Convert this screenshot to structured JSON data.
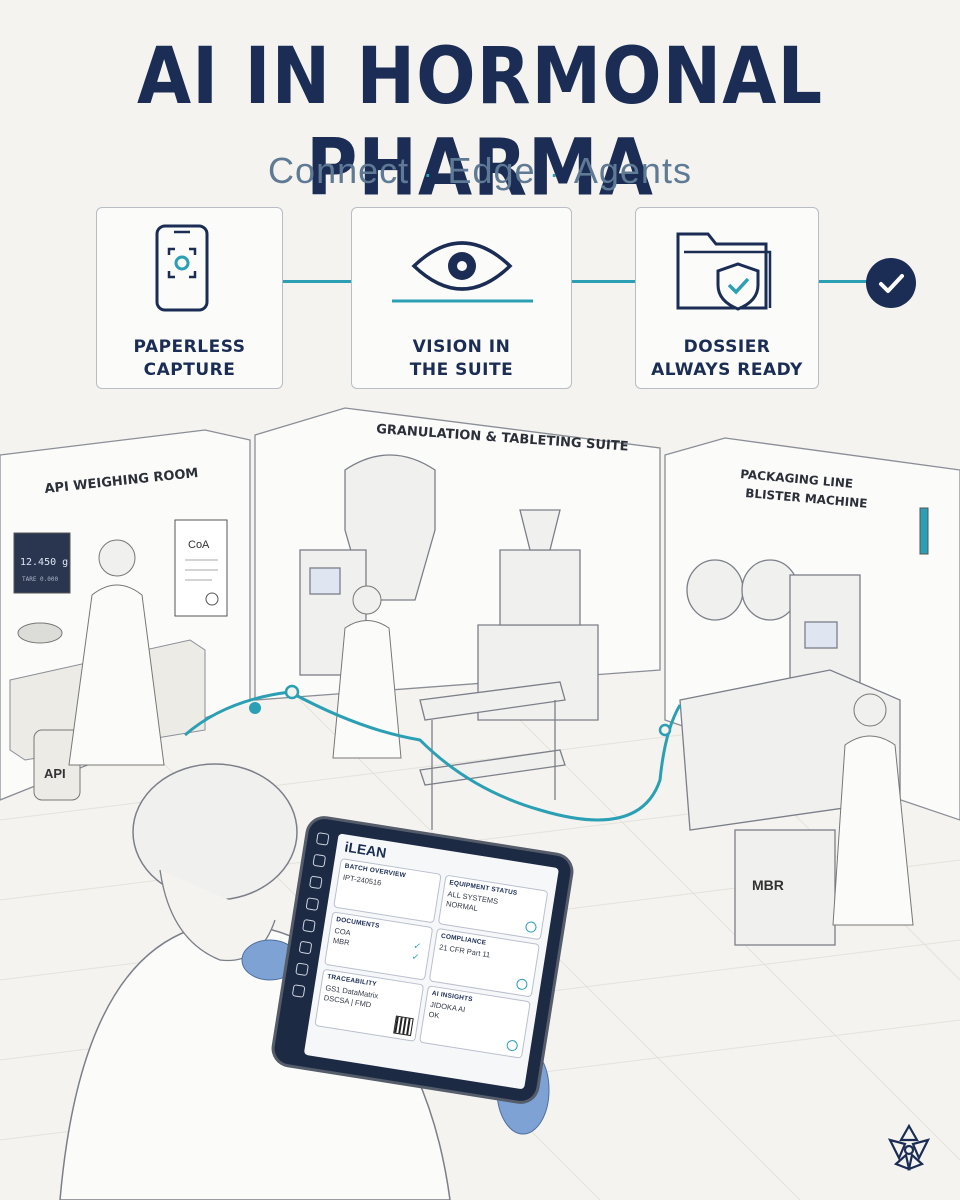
{
  "header": {
    "title": "AI IN HORMONAL PHARMA",
    "tagline": {
      "item1": "Connect",
      "item2": "Edge",
      "item3": "Agents",
      "separator": "·"
    }
  },
  "pipeline": {
    "steps": [
      {
        "line1": "PAPERLESS",
        "line2": "CAPTURE",
        "icon": "phone-scan-icon"
      },
      {
        "line1": "VISION IN",
        "line2": "THE SUITE",
        "icon": "eye-icon"
      },
      {
        "line1": "DOSSIER",
        "line2": "ALWAYS READY",
        "icon": "folder-shield-icon"
      }
    ],
    "end_icon": "check-circle-icon"
  },
  "colors": {
    "navy": "#1b2d55",
    "teal": "#2b9fb3",
    "slate": "#5e7a94",
    "paper": "#f4f3ef"
  },
  "scene": {
    "rooms": {
      "weighing": "API WEIGHING ROOM",
      "granulation": "GRANULATION & TABLETING SUITE",
      "packaging_line1": "PACKAGING LINE",
      "packaging_line2": "BLISTER MACHINE"
    },
    "scale_display": "12.450 g",
    "scale_sub": "TARE 0.000",
    "coa_sign": "CoA",
    "api_jar": "API",
    "mbr_cart": "MBR"
  },
  "tablet": {
    "brand": "iLEAN",
    "tiles": {
      "batch": {
        "heading": "BATCH OVERVIEW",
        "value": "IPT-240516"
      },
      "equipment": {
        "heading": "EQUIPMENT STATUS",
        "line1": "ALL SYSTEMS",
        "line2": "NORMAL"
      },
      "documents": {
        "heading": "DOCUMENTS",
        "item1": "COA",
        "item2": "MBR"
      },
      "compliance": {
        "heading": "COMPLIANCE",
        "value": "21 CFR Part 11"
      },
      "traceability": {
        "heading": "TRACEABILITY",
        "line1": "GS1 DataMatrix",
        "line2": "DSCSA | FMD"
      },
      "ai": {
        "heading": "AI INSIGHTS",
        "line1": "JIDOKA AI",
        "line2": "OK"
      }
    }
  },
  "logo_icon": "flower-logo-icon"
}
